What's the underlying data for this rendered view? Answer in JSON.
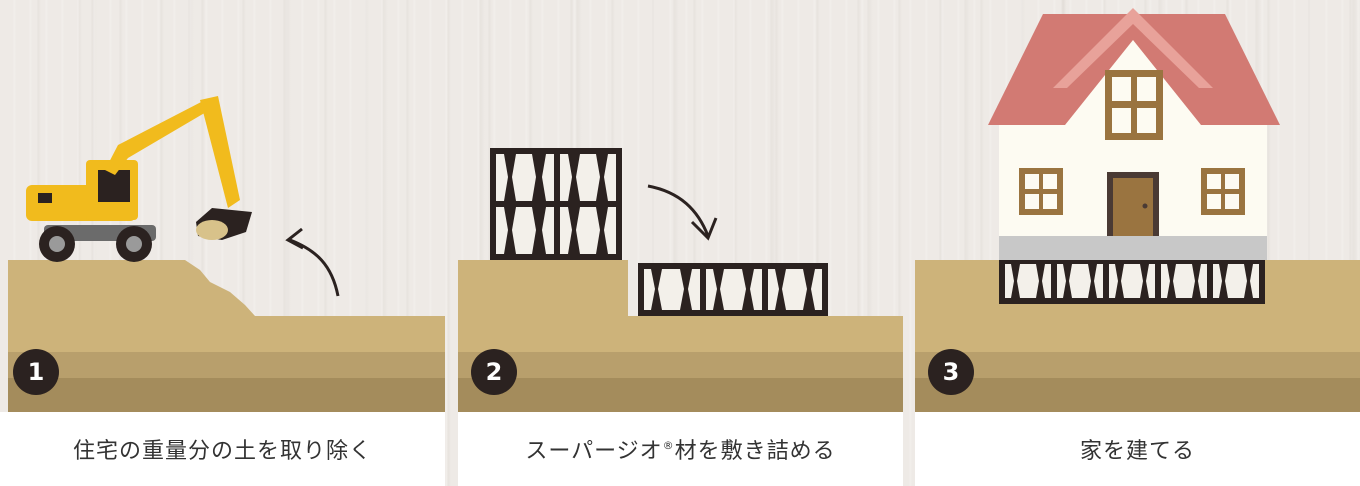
{
  "colors": {
    "soil_light": "#cdb37a",
    "soil_mid": "#b89f6c",
    "soil_dark": "#a48c5c",
    "badge": "#2b2220",
    "roof": "#d27a73",
    "house_wall": "#fdfbf2",
    "window": "#9a7440",
    "excavator": "#f1bb1d",
    "block_frame": "#2b2220"
  },
  "steps": [
    {
      "number": "1",
      "caption": "住宅の重量分の土を取り除く",
      "icon": "excavator-icon"
    },
    {
      "number": "2",
      "caption_main": "スーパージオ",
      "caption_mark": "®",
      "caption_rest": "材を敷き詰める",
      "icon": "block-icon"
    },
    {
      "number": "3",
      "caption": "家を建てる",
      "icon": "house-icon"
    }
  ]
}
